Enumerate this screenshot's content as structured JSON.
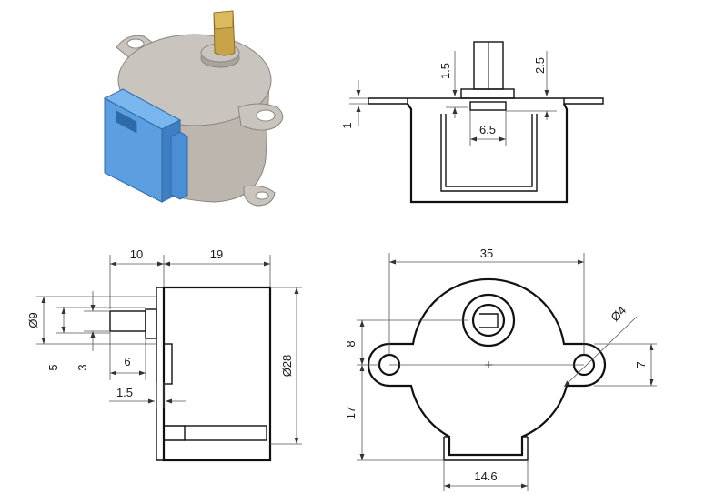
{
  "diagram": {
    "views": [
      {
        "name": "isometric",
        "colors": {
          "body": "#c9c4bd",
          "bodyShade": "#a8a39c",
          "connector": "#5b9fe0",
          "connectorShade": "#3d7fc2",
          "shaft": "#c9a348",
          "shaftShade": "#a88330"
        }
      },
      {
        "name": "top"
      },
      {
        "name": "side"
      },
      {
        "name": "front"
      }
    ],
    "top": {
      "d_1_5": "1.5",
      "d_2_5": "2.5",
      "d_1": "1",
      "d_6_5": "6.5"
    },
    "side": {
      "d_10": "10",
      "d_19": "19",
      "d_phi9": "Ø9",
      "d_5": "5",
      "d_3": "3",
      "d_6": "6",
      "d_1_5": "1.5",
      "d_phi28": "Ø28"
    },
    "front": {
      "d_35": "35",
      "d_phi4": "Ø4",
      "d_8": "8",
      "d_7": "7",
      "d_17": "17",
      "d_14_6": "14.6"
    }
  }
}
